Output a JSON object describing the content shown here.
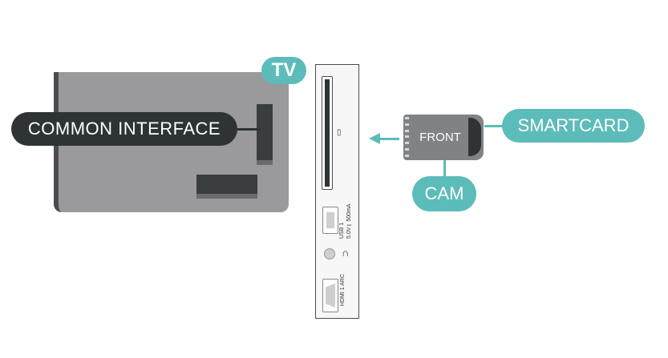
{
  "labels": {
    "tv": "TV",
    "common_interface": "COMMON INTERFACE",
    "smartcard": "SMARTCARD",
    "cam": "CAM",
    "front": "FRONT"
  },
  "ports": {
    "usb_line1": "USB 1",
    "usb_line2": "5.0V⎓500mA",
    "hdmi": "HDMI 1 ARC"
  },
  "icons": {
    "card_slot": "card-slot-icon",
    "headphone": "headphone-icon",
    "arrow": "arrow-left-icon"
  },
  "colors": {
    "teal": "#5cbcb9",
    "dark": "#2e3335",
    "tv_grey": "#9a999b",
    "cam_grey": "#7f8385"
  }
}
